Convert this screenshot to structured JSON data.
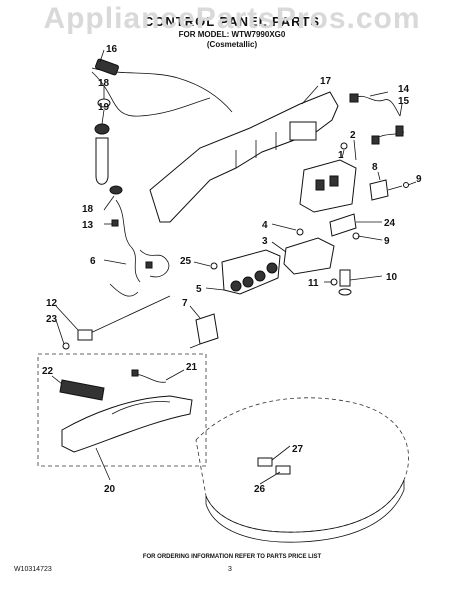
{
  "watermark": "AppliancePartsPros.com",
  "title": "CONTROL PANEL PARTS",
  "model_line": "FOR MODEL: WTW7990XG0",
  "variant": "(Cosmetallic)",
  "footer": "FOR ORDERING INFORMATION REFER TO PARTS PRICE LIST",
  "doc_number": "W10314723",
  "page_number": "3",
  "callouts": {
    "c16": "16",
    "c18a": "18",
    "c19": "19",
    "c17": "17",
    "c14": "14",
    "c15": "15",
    "c2": "2",
    "c1": "1",
    "c8": "8",
    "c9a": "9",
    "c18b": "18",
    "c13": "13",
    "c4": "4",
    "c24": "24",
    "c3": "3",
    "c9b": "9",
    "c6": "6",
    "c25": "25",
    "c11": "11",
    "c10": "10",
    "c5": "5",
    "c12": "12",
    "c23": "23",
    "c7": "7",
    "c22": "22",
    "c21": "21",
    "c20": "20",
    "c27": "27",
    "c26": "26"
  }
}
